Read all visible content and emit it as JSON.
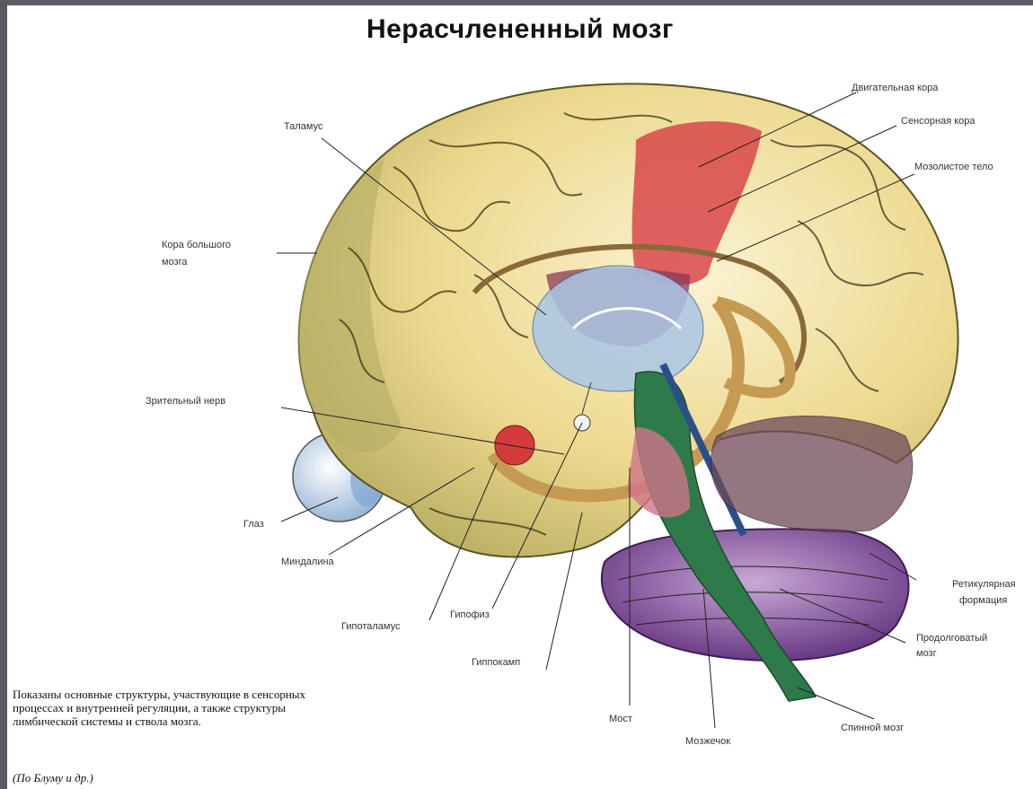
{
  "title": "Нерасчлененный мозг",
  "labels": {
    "motor_cortex": "Двигательная кора",
    "sensory_cortex": "Сенсорная кора",
    "corpus_callosum": "Мозолистое тело",
    "thalamus": "Таламус",
    "cerebral_cortex_1": "Кора большого",
    "cerebral_cortex_2": "мозга",
    "optic_nerve": "Зрительный нерв",
    "eye": "Глаз",
    "amygdala": "Миндалина",
    "hypothalamus": "Гипоталамус",
    "pituitary": "Гипофиз",
    "hippocampus": "Гиппокамп",
    "pons": "Мост",
    "cerebellum": "Мозжечок",
    "spinal_cord": "Спинной мозг",
    "reticular_1": "Ретикулярная",
    "reticular_2": "формация",
    "medulla_1": "Продолговатый",
    "medulla_2": "мозг"
  },
  "caption": "Показаны основные структуры, участвующие в сенсорных процессах и внутренней регуляции, а также структуры лимбической системы и ствола мозга.",
  "source": "(По Блуму и др.)",
  "colors": {
    "cortex": "#e9d78a",
    "cortex_dark": "#a8a35a",
    "motor": "#d9464a",
    "thalamus_blue": "#a9c6e6",
    "limbic": "#c59a52",
    "brainstem": "#2f7a4a",
    "cerebellum": "#7b4a93",
    "eye": "#c9dbee",
    "amygdala": "#d63b3b"
  }
}
